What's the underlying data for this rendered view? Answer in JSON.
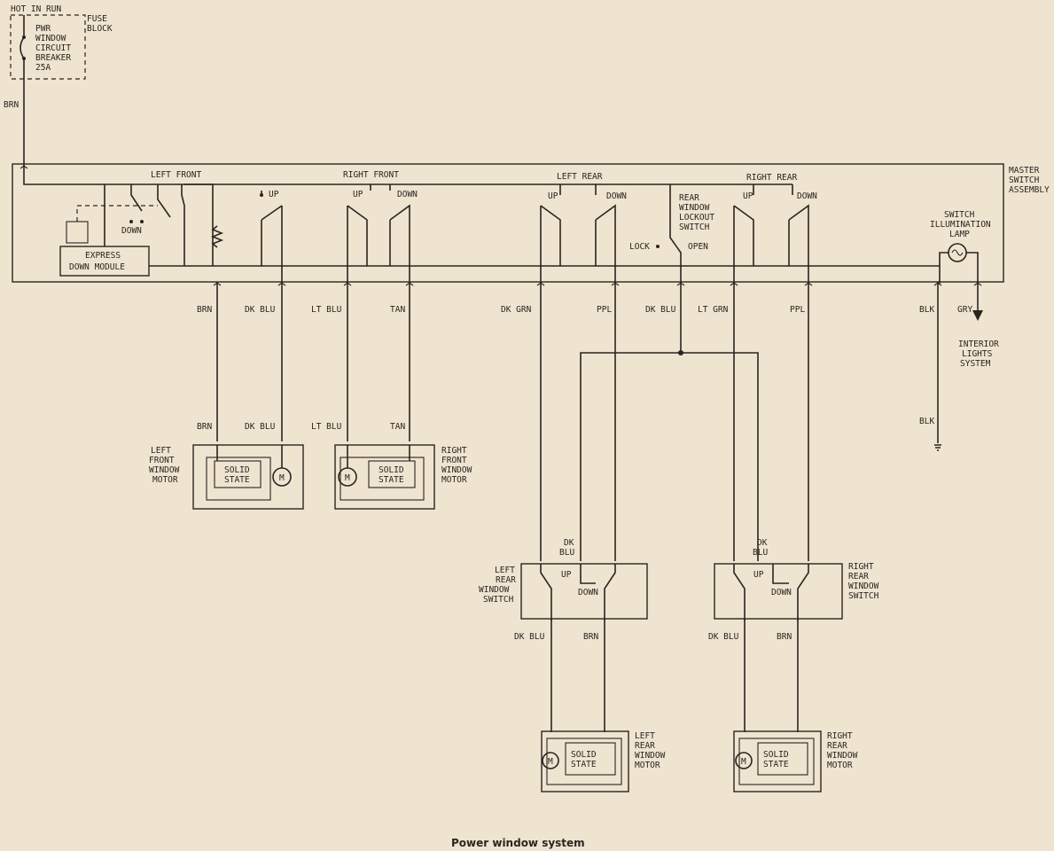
{
  "caption": "Power window system",
  "top": {
    "hot_in_run": "HOT IN RUN",
    "fuse_block": [
      "FUSE",
      "BLOCK"
    ],
    "breaker": [
      "PWR",
      "WINDOW",
      "CIRCUIT",
      "BREAKER",
      "25A"
    ],
    "feed_wire": "BRN"
  },
  "master": {
    "label": [
      "MASTER",
      "SWITCH",
      "ASSEMBLY"
    ],
    "express_module": [
      "EXPRESS",
      "DOWN MODULE"
    ],
    "left_front": "LEFT FRONT",
    "right_front": "RIGHT FRONT",
    "left_rear": "LEFT REAR",
    "right_rear": "RIGHT REAR",
    "up": "UP",
    "down": "DOWN",
    "lockout": [
      "REAR",
      "WINDOW",
      "LOCKOUT",
      "SWITCH"
    ],
    "lock": "LOCK",
    "open": "OPEN",
    "lamp": [
      "SWITCH",
      "ILLUMINATION",
      "LAMP"
    ]
  },
  "wires": {
    "brn": "BRN",
    "dk_blu": "DK BLU",
    "lt_blu": "LT BLU",
    "tan": "TAN",
    "dk_grn": "DK GRN",
    "ppl": "PPL",
    "lt_grn": "LT GRN",
    "blk": "BLK",
    "gry": "GRY",
    "dk": "DK",
    "blu": "BLU"
  },
  "interior": [
    "INTERIOR",
    "LIGHTS",
    "SYSTEM"
  ],
  "motors": {
    "solid": "SOLID",
    "state": "STATE",
    "m": "M",
    "left_front": [
      "LEFT",
      "FRONT",
      "WINDOW",
      "MOTOR"
    ],
    "right_front": [
      "RIGHT",
      "FRONT",
      "WINDOW",
      "MOTOR"
    ],
    "left_rear": [
      "LEFT",
      "REAR",
      "WINDOW",
      "MOTOR"
    ],
    "right_rear": [
      "RIGHT",
      "REAR",
      "WINDOW",
      "MOTOR"
    ]
  },
  "rear_switches": {
    "left": [
      "LEFT",
      "REAR",
      "WINDOW",
      "SWITCH"
    ],
    "right": [
      "RIGHT",
      "REAR",
      "WINDOW",
      "SWITCH"
    ]
  }
}
